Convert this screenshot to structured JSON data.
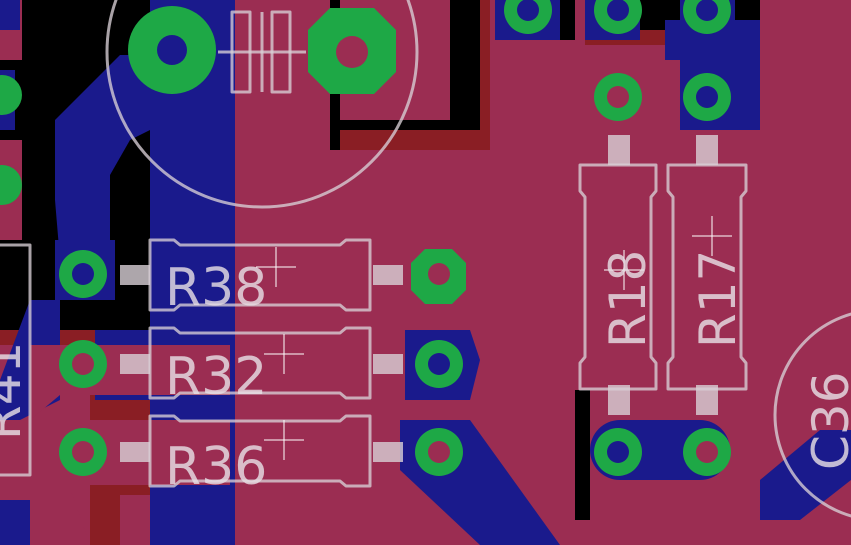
{
  "board": {
    "colors": {
      "background": "#000000",
      "top_copper": "#9b2d52",
      "top_copper_dark": "#8a1e24",
      "bottom_copper": "#1a1a8c",
      "pad": "#1ea846",
      "silkscreen": "#d8d0d6"
    },
    "components": [
      {
        "id": "r38",
        "designator": "R38",
        "type": "resistor"
      },
      {
        "id": "r32",
        "designator": "R32",
        "type": "resistor"
      },
      {
        "id": "r36",
        "designator": "R36",
        "type": "resistor"
      },
      {
        "id": "r18",
        "designator": "R18",
        "type": "resistor"
      },
      {
        "id": "r17",
        "designator": "R17",
        "type": "resistor"
      },
      {
        "id": "r41",
        "designator": "R41",
        "type": "resistor"
      },
      {
        "id": "c36",
        "designator": "C36",
        "type": "capacitor"
      },
      {
        "id": "cap-top",
        "designator": "",
        "type": "electrolytic-capacitor"
      }
    ]
  }
}
